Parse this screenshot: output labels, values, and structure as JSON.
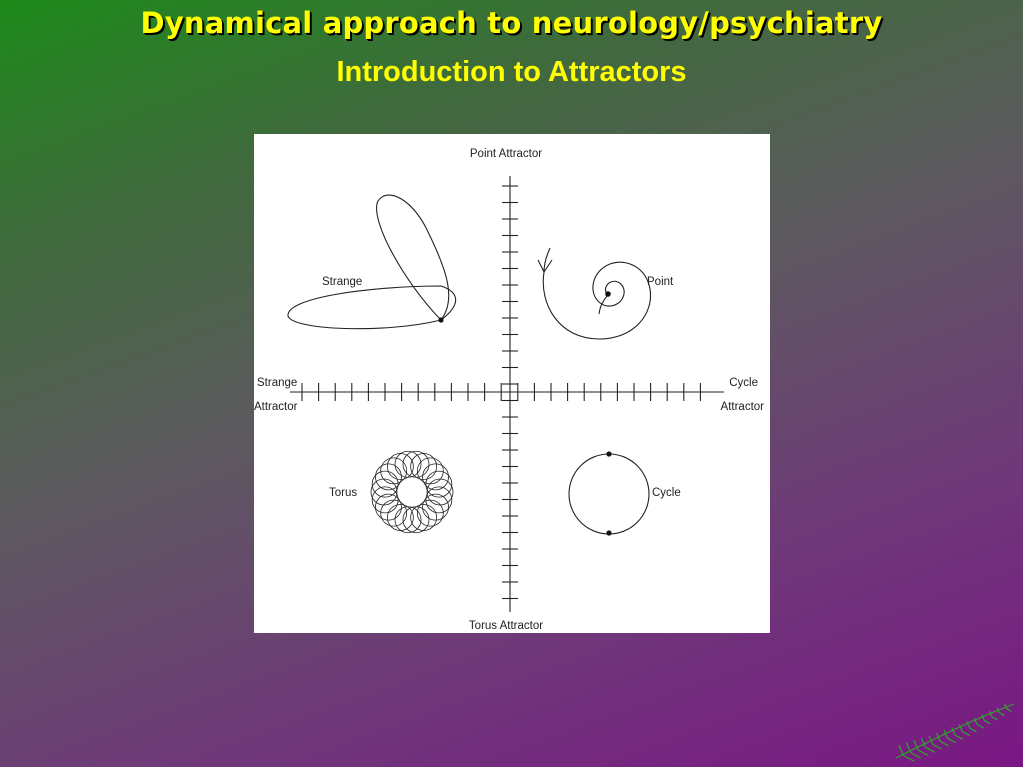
{
  "slide": {
    "title": "Dynamical approach to neurology/psychiatry",
    "subtitle": "Introduction to Attractors"
  },
  "diagram": {
    "axis_labels": {
      "top": "Point Attractor",
      "bottom": "Torus Attractor",
      "left_line1": "Strange",
      "left_line2": "Attractor",
      "right_line1": "Cycle",
      "right_line2": "Attractor"
    },
    "quadrant_labels": {
      "strange": "Strange",
      "point": "Point",
      "torus": "Torus",
      "cycle": "Cycle"
    },
    "line_color": "#222222"
  },
  "decor": {
    "logo_icon": "fern-icon",
    "logo_color": "#2fa52b"
  }
}
